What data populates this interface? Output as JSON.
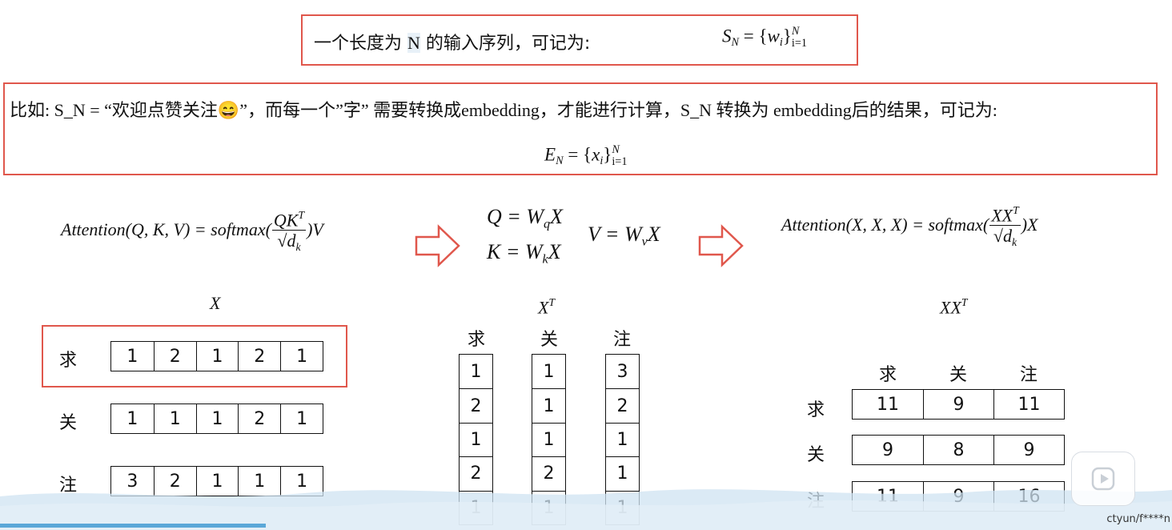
{
  "box1": {
    "text_pre": "一个长度为",
    "text_N": "N",
    "text_post": "的输入序列，可记为:",
    "formula": {
      "lhs": "S",
      "lhs_sub": "N",
      "eq": " = {",
      "var": "w",
      "var_sub": "i",
      "close": "}",
      "sup": "N",
      "sub": "i=1"
    }
  },
  "box2": {
    "text": "比如: S_N = “欢迎点赞关注😄”，而每一个”字” 需要转换成embedding，才能进行计算，S_N 转换为 embedding后的结果，可记为:",
    "formula": {
      "lhs": "E",
      "lhs_sub": "N",
      "eq": " = {",
      "var": "x",
      "var_sub": "i",
      "close": "}",
      "sup": "N",
      "sub": "i=1"
    }
  },
  "formulas": {
    "attention": {
      "lhs": "Attention(Q, K, V) = softmax(",
      "num": "QK",
      "num_sup": "T",
      "den": "d",
      "den_sub": "k",
      "rhs": ")V"
    },
    "q": {
      "lhs": "Q = W",
      "sub": "q",
      "rhs": "X"
    },
    "k": {
      "lhs": "K = W",
      "sub": "k",
      "rhs": "X"
    },
    "v": {
      "lhs": "V = W",
      "sub": "v",
      "rhs": "X"
    },
    "self_attention": {
      "lhs": "Attention(X, X, X) = softmax(",
      "num": "XX",
      "num_sup": "T",
      "den": "d",
      "den_sub": "k",
      "rhs": ")X"
    }
  },
  "matrix_x": {
    "title": "X",
    "rows": [
      {
        "label": "求",
        "values": [
          "1",
          "2",
          "1",
          "2",
          "1"
        ]
      },
      {
        "label": "关",
        "values": [
          "1",
          "1",
          "1",
          "2",
          "1"
        ]
      },
      {
        "label": "注",
        "values": [
          "3",
          "2",
          "1",
          "1",
          "1"
        ]
      }
    ]
  },
  "matrix_xt": {
    "title": "X",
    "title_sup": "T",
    "cols": [
      {
        "label": "求",
        "values": [
          "1",
          "2",
          "1",
          "2",
          "1"
        ]
      },
      {
        "label": "关",
        "values": [
          "1",
          "1",
          "1",
          "2",
          "1"
        ]
      },
      {
        "label": "注",
        "values": [
          "3",
          "2",
          "1",
          "1",
          "1"
        ]
      }
    ]
  },
  "matrix_xxt": {
    "title": "XX",
    "title_sup": "T",
    "col_labels": [
      "求",
      "关",
      "注"
    ],
    "rows": [
      {
        "label": "求",
        "values": [
          "11",
          "9",
          "11"
        ]
      },
      {
        "label": "关",
        "values": [
          "9",
          "8",
          "9"
        ]
      },
      {
        "label": "注",
        "values": [
          "11",
          "9",
          "16"
        ]
      }
    ]
  },
  "watermark": "ctyun/f****n",
  "colors": {
    "highlight_border": "#e0574c",
    "progress": "#5aa7d8"
  }
}
